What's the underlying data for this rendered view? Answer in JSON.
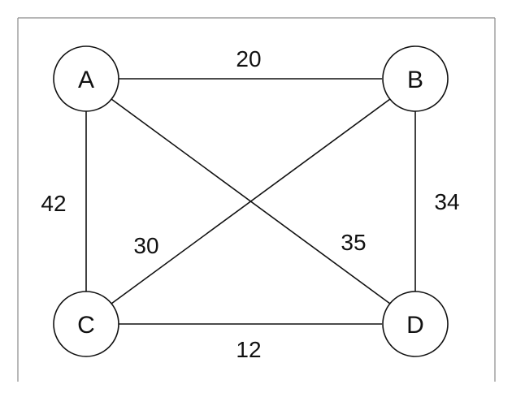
{
  "graph": {
    "nodes": [
      {
        "id": "A",
        "label": "A"
      },
      {
        "id": "B",
        "label": "B"
      },
      {
        "id": "C",
        "label": "C"
      },
      {
        "id": "D",
        "label": "D"
      }
    ],
    "edges": [
      {
        "from": "A",
        "to": "B",
        "weight": "20"
      },
      {
        "from": "A",
        "to": "C",
        "weight": "42"
      },
      {
        "from": "B",
        "to": "D",
        "weight": "34"
      },
      {
        "from": "C",
        "to": "D",
        "weight": "12"
      },
      {
        "from": "B",
        "to": "C",
        "weight": "30"
      },
      {
        "from": "A",
        "to": "D",
        "weight": "35"
      }
    ]
  }
}
